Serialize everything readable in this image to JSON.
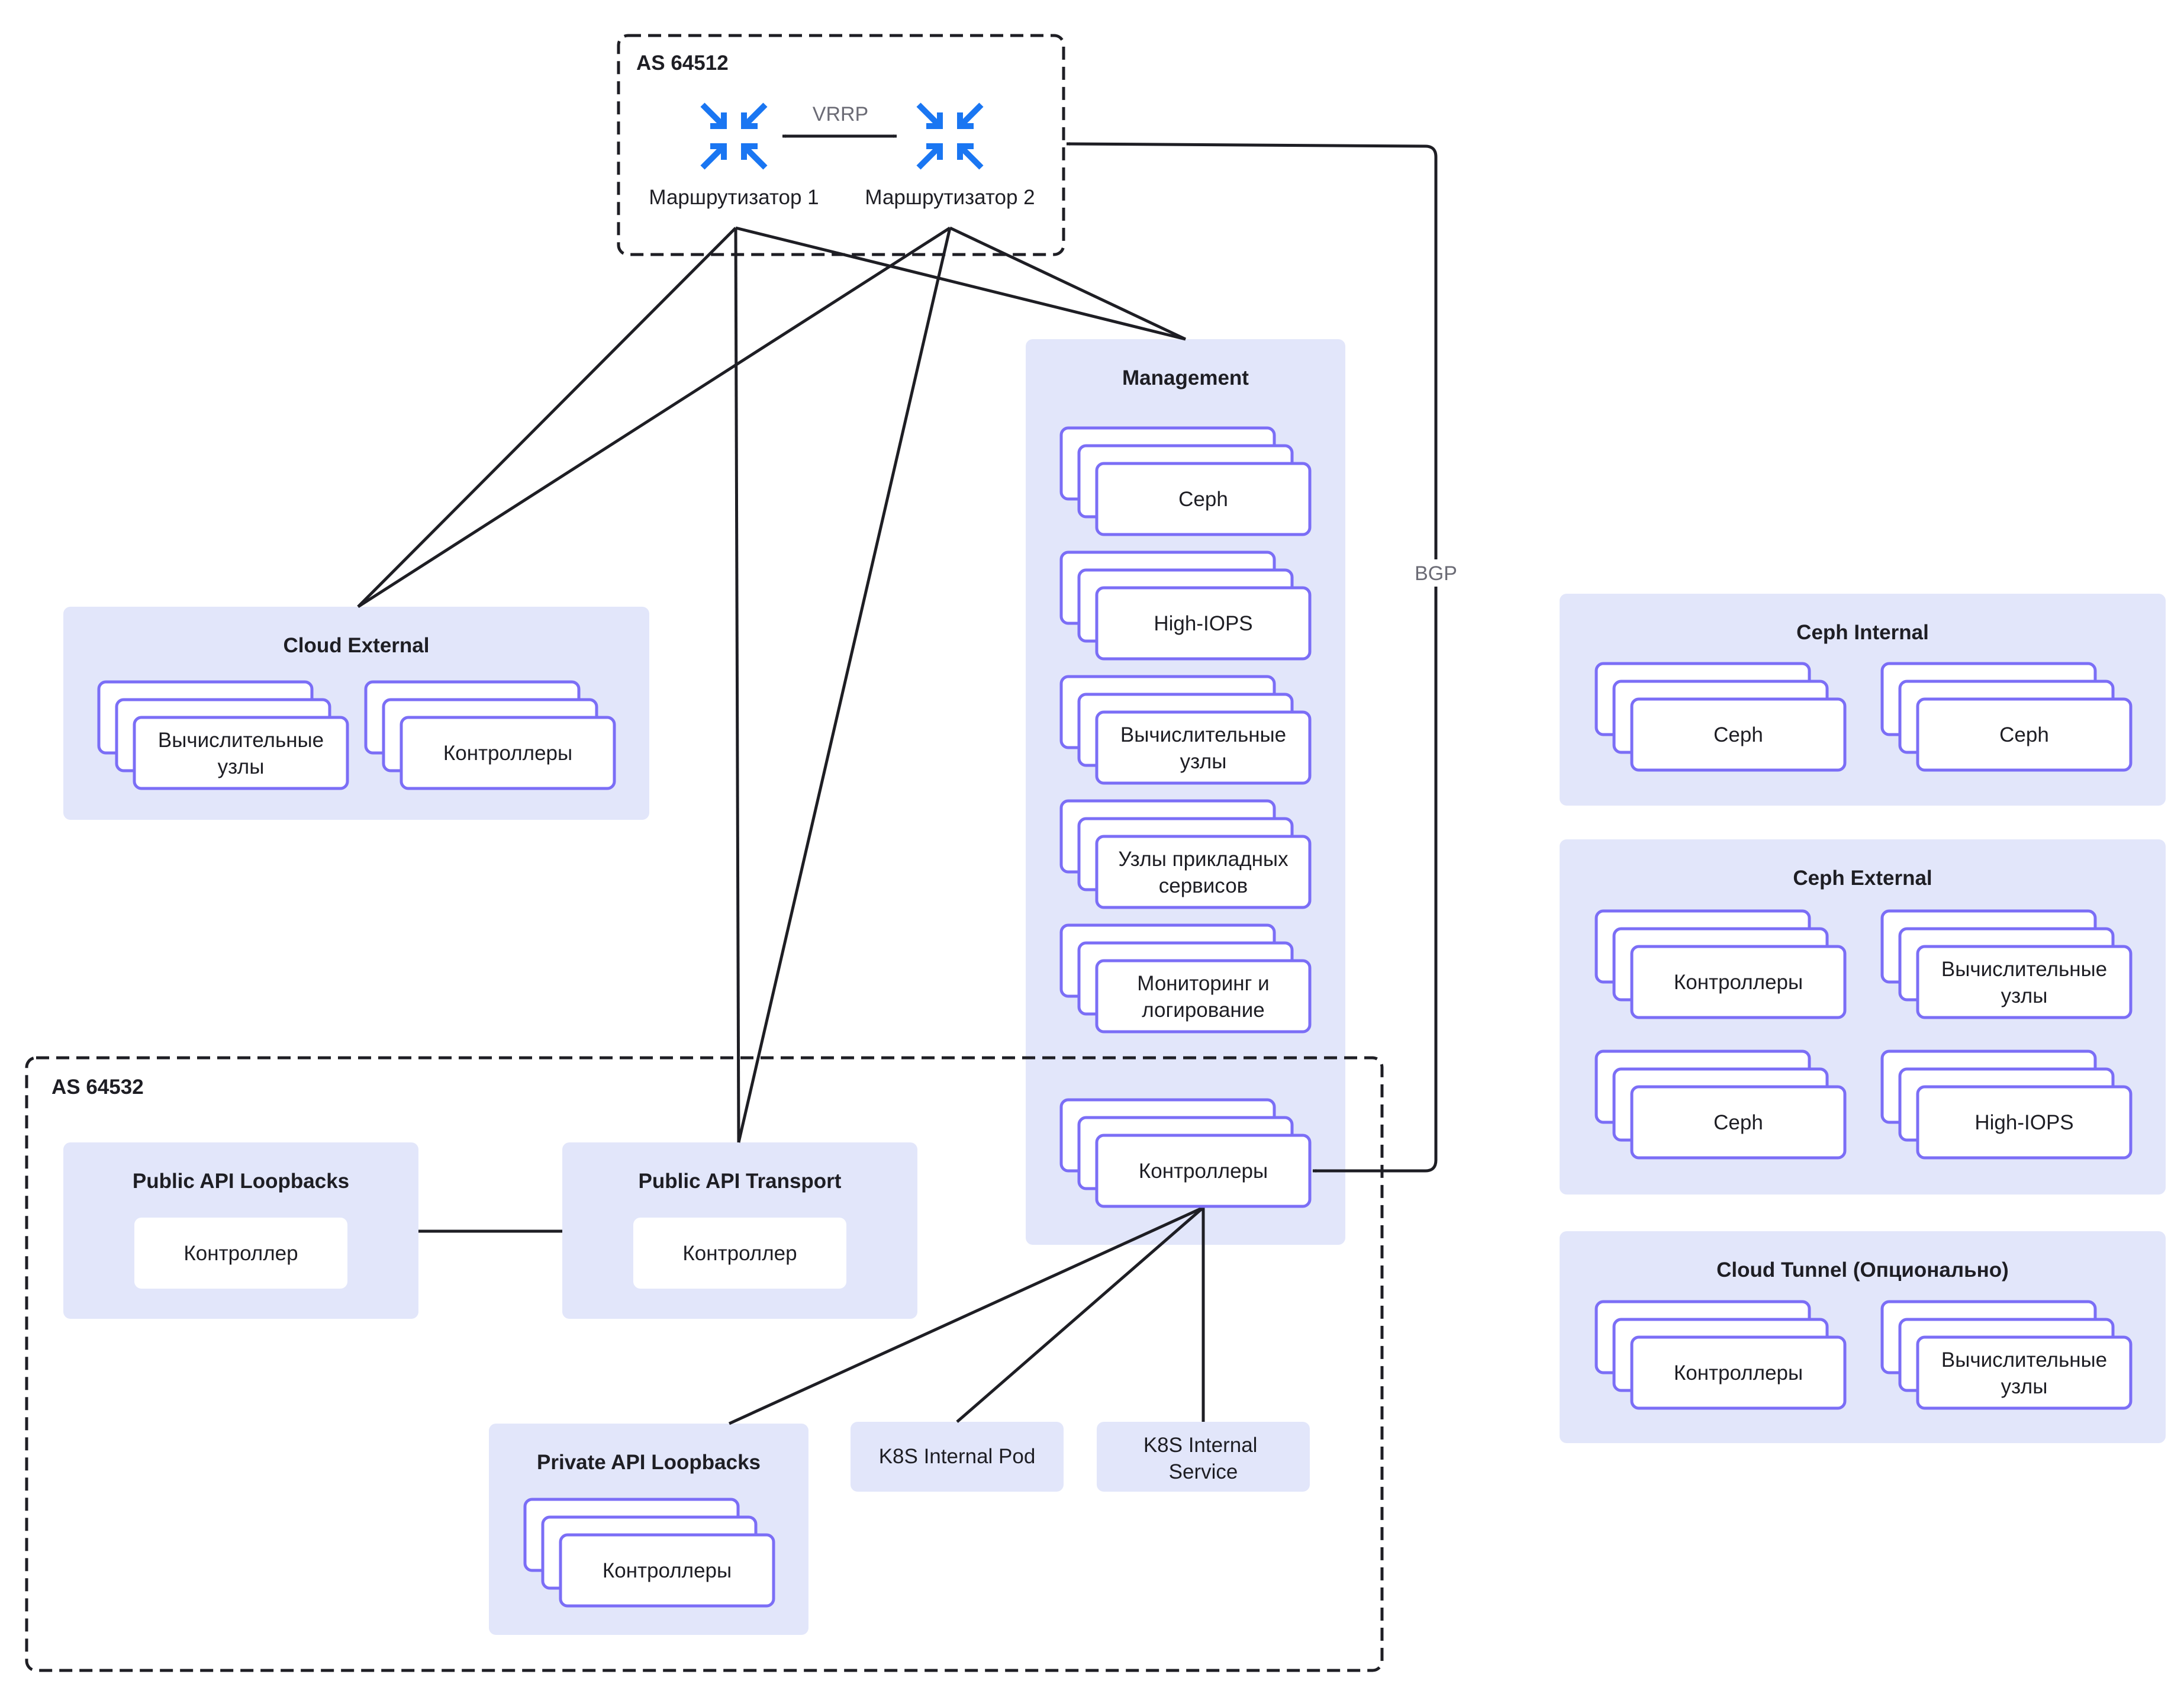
{
  "as_top": {
    "label": "AS 64512"
  },
  "as_bottom": {
    "label": "AS 64532"
  },
  "routers": {
    "r1": "Маршрутизатор 1",
    "r2": "Маршрутизатор 2"
  },
  "edges": {
    "vrrp": "VRRP",
    "bgp": "BGP"
  },
  "management": {
    "title": "Management",
    "ceph": "Ceph",
    "highiops": "High-IOPS",
    "compute": [
      "Вычислительные",
      "узлы"
    ],
    "app": [
      "Узлы прикладных",
      "сервисов"
    ],
    "monitoring": [
      "Мониторинг и",
      "логирование"
    ],
    "controllers": "Контроллеры"
  },
  "cloud_external": {
    "title": "Cloud External",
    "compute": [
      "Вычислительные",
      "узлы"
    ],
    "controllers": "Контроллеры"
  },
  "public_api_loopbacks": {
    "title": "Public API Loopbacks",
    "controller": "Контроллер"
  },
  "public_api_transport": {
    "title": "Public API Transport",
    "controller": "Контроллер"
  },
  "private_api_loopbacks": {
    "title": "Private API Loopbacks",
    "controllers": "Контроллеры"
  },
  "k8s_pod": {
    "label": "K8S Internal Pod"
  },
  "k8s_service": {
    "label": [
      "K8S Internal",
      "Service"
    ]
  },
  "ceph_internal": {
    "title": "Ceph Internal",
    "a": "Ceph",
    "b": "Ceph"
  },
  "ceph_external": {
    "title": "Ceph External",
    "controllers": "Контроллеры",
    "compute": [
      "Вычислительные",
      "узлы"
    ],
    "ceph": "Ceph",
    "highiops": "High-IOPS"
  },
  "cloud_tunnel": {
    "title": "Cloud Tunnel (Опционально)",
    "controllers": "Контроллеры",
    "compute": [
      "Вычислительные",
      "узлы"
    ]
  }
}
